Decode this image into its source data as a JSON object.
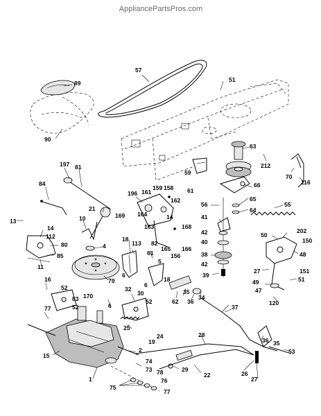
{
  "watermark": "AppliancePartsPros.com",
  "callouts": [
    {
      "id": "57"
    },
    {
      "id": "51"
    },
    {
      "id": "89"
    },
    {
      "id": "90"
    },
    {
      "id": "63"
    },
    {
      "id": "212"
    },
    {
      "id": "70"
    },
    {
      "id": "116"
    },
    {
      "id": "197"
    },
    {
      "id": "81"
    },
    {
      "id": "59"
    },
    {
      "id": "61"
    },
    {
      "id": "66"
    },
    {
      "id": "84"
    },
    {
      "id": "196"
    },
    {
      "id": "161"
    },
    {
      "id": "159"
    },
    {
      "id": "158"
    },
    {
      "id": "162"
    },
    {
      "id": "21"
    },
    {
      "id": "169"
    },
    {
      "id": "164"
    },
    {
      "id": "163"
    },
    {
      "id": "14"
    },
    {
      "id": "168"
    },
    {
      "id": "65"
    },
    {
      "id": "55"
    },
    {
      "id": "56"
    },
    {
      "id": "64"
    },
    {
      "id": "13"
    },
    {
      "id": "10"
    },
    {
      "id": "41"
    },
    {
      "id": "42"
    },
    {
      "id": "40"
    },
    {
      "id": "14"
    },
    {
      "id": "112"
    },
    {
      "id": "80"
    },
    {
      "id": "85"
    },
    {
      "id": "11"
    },
    {
      "id": "4"
    },
    {
      "id": "18"
    },
    {
      "id": "113"
    },
    {
      "id": "61"
    },
    {
      "id": "82"
    },
    {
      "id": "165"
    },
    {
      "id": "156"
    },
    {
      "id": "166"
    },
    {
      "id": "38"
    },
    {
      "id": "42"
    },
    {
      "id": "39"
    },
    {
      "id": "50"
    },
    {
      "id": "202"
    },
    {
      "id": "150"
    },
    {
      "id": "48"
    },
    {
      "id": "27"
    },
    {
      "id": "6"
    },
    {
      "id": "5"
    },
    {
      "id": "18"
    },
    {
      "id": "79"
    },
    {
      "id": "6"
    },
    {
      "id": "16"
    },
    {
      "id": "52"
    },
    {
      "id": "83"
    },
    {
      "id": "52"
    },
    {
      "id": "170"
    },
    {
      "id": "32"
    },
    {
      "id": "30"
    },
    {
      "id": "52"
    },
    {
      "id": "62"
    },
    {
      "id": "35"
    },
    {
      "id": "36"
    },
    {
      "id": "34"
    },
    {
      "id": "37"
    },
    {
      "id": "151"
    },
    {
      "id": "49"
    },
    {
      "id": "47"
    },
    {
      "id": "51"
    },
    {
      "id": "120"
    },
    {
      "id": "77"
    },
    {
      "id": "6"
    },
    {
      "id": "25"
    },
    {
      "id": "19"
    },
    {
      "id": "24"
    },
    {
      "id": "28"
    },
    {
      "id": "36"
    },
    {
      "id": "35"
    },
    {
      "id": "53"
    },
    {
      "id": "15"
    },
    {
      "id": "2"
    },
    {
      "id": "74"
    },
    {
      "id": "73"
    },
    {
      "id": "1"
    },
    {
      "id": "29"
    },
    {
      "id": "22"
    },
    {
      "id": "26"
    },
    {
      "id": "27"
    },
    {
      "id": "78"
    },
    {
      "id": "75"
    },
    {
      "id": "76"
    },
    {
      "id": "77"
    }
  ]
}
